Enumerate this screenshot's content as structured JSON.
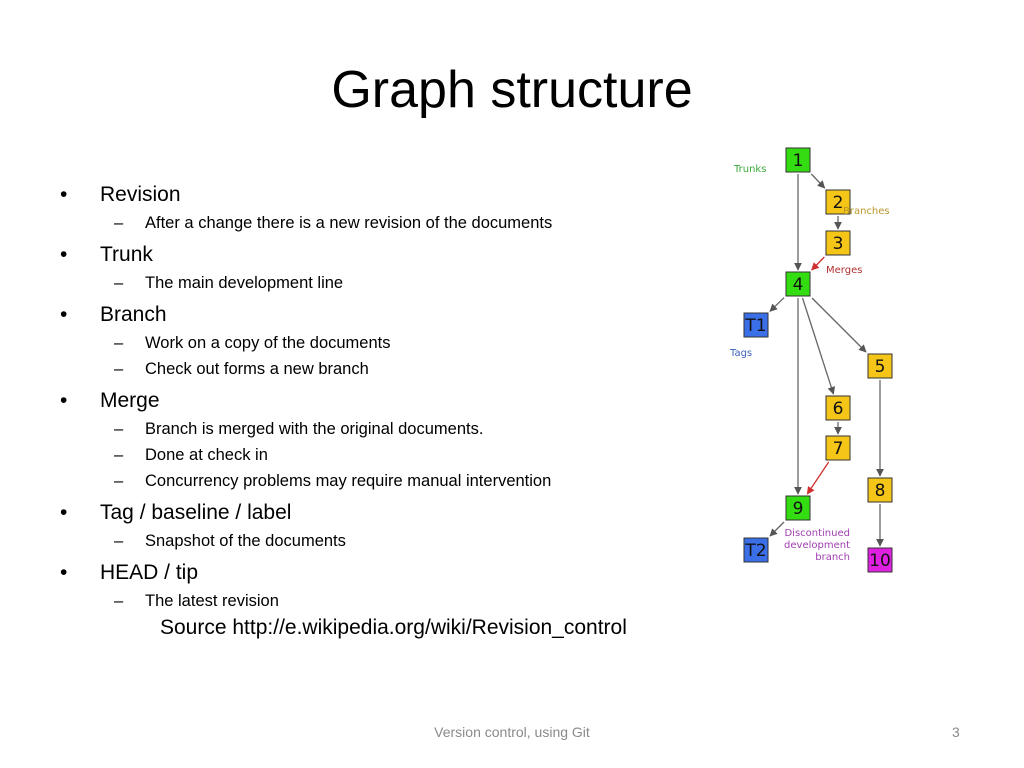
{
  "title": "Graph structure",
  "bullet_glyph": "•",
  "dash_glyph": "–",
  "bullets": [
    {
      "text": "Revision",
      "subs": [
        "After a change there is a new revision of the documents"
      ]
    },
    {
      "text": "Trunk",
      "subs": [
        "The main development line"
      ]
    },
    {
      "text": "Branch",
      "subs": [
        "Work on a copy of the documents",
        "Check out forms a new branch"
      ]
    },
    {
      "text": "Merge",
      "subs": [
        "Branch is merged with the original documents.",
        "Done at check in",
        "Concurrency problems may require manual intervention"
      ]
    },
    {
      "text": "Tag / baseline / label",
      "subs": [
        "Snapshot of the documents"
      ]
    },
    {
      "text": "HEAD / tip",
      "subs": [
        "The latest revision"
      ]
    }
  ],
  "source": "Source http://e.wikipedia.org/wiki/Revision_control",
  "footer": "Version control, using Git",
  "page_number": "3",
  "diagram": {
    "colors": {
      "trunk": "#33dd11",
      "branch": "#f5c518",
      "tag": "#3b6fe8",
      "discontinued": "#e020e0",
      "trunks_label": "#3aaa3a",
      "branches_label": "#b8982a",
      "merges_label": "#b03030",
      "tags_label": "#3a62b8",
      "discontinued_label": "#a040b0",
      "edge": "#666666",
      "merge_edge": "#d03030"
    },
    "nodes": [
      {
        "id": "1",
        "kind": "trunk"
      },
      {
        "id": "2",
        "kind": "branch"
      },
      {
        "id": "3",
        "kind": "branch"
      },
      {
        "id": "4",
        "kind": "trunk"
      },
      {
        "id": "T1",
        "kind": "tag"
      },
      {
        "id": "5",
        "kind": "branch"
      },
      {
        "id": "6",
        "kind": "branch"
      },
      {
        "id": "7",
        "kind": "branch"
      },
      {
        "id": "8",
        "kind": "branch"
      },
      {
        "id": "9",
        "kind": "trunk"
      },
      {
        "id": "T2",
        "kind": "tag"
      },
      {
        "id": "10",
        "kind": "discontinued"
      }
    ],
    "labels": {
      "trunks": "Trunks",
      "branches": "Branches",
      "merges": "Merges",
      "tags": "Tags",
      "discontinued": [
        "Discontinued",
        "development",
        "branch"
      ]
    }
  }
}
